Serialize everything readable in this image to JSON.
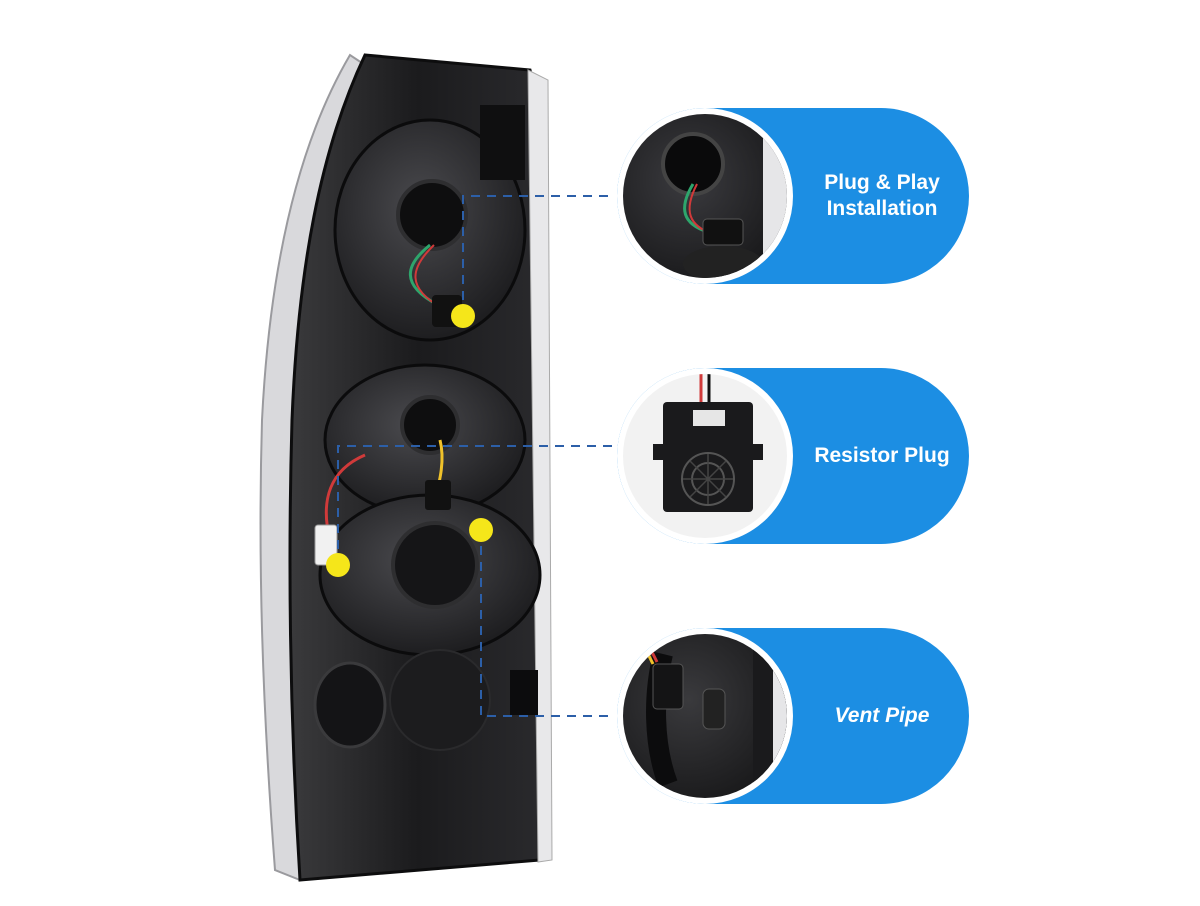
{
  "callouts": [
    {
      "label": "Plug & Play\nInstallation",
      "style": "bold",
      "icon": "connector-plug-icon"
    },
    {
      "label": "Resistor Plug",
      "style": "bold",
      "icon": "resistor-module-icon"
    },
    {
      "label": "Vent Pipe",
      "style": "bold-italic",
      "icon": "vent-pipe-icon"
    }
  ],
  "colors": {
    "callout_blue": "#1c8ee3",
    "marker_yellow": "#f5e61a",
    "dashed_line": "#2c5fa8",
    "housing_dark": "#1b1b1d"
  }
}
